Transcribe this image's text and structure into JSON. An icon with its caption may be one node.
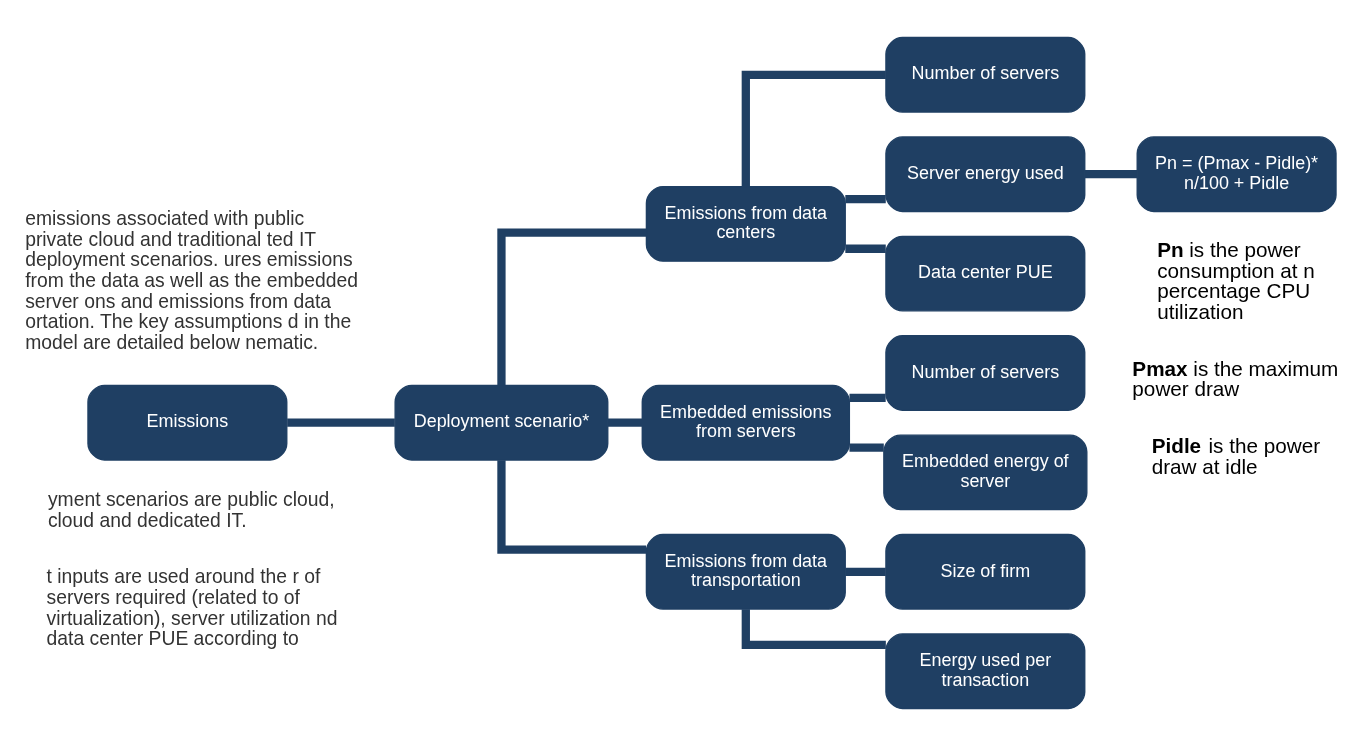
{
  "diagram": {
    "nodes": [
      {
        "text": [
          "Emissions"
        ]
      },
      {
        "text": [
          "Deployment scenario*"
        ]
      },
      {
        "text": [
          "Emissions from data centers"
        ]
      },
      {
        "text": [
          "Embedded emissions from servers"
        ]
      },
      {
        "text": [
          "Emissions from data transportation"
        ]
      },
      {
        "text": [
          "Number of servers"
        ]
      },
      {
        "text": [
          "Server energy used"
        ]
      },
      {
        "text": [
          "Data center PUE"
        ]
      },
      {
        "text": [
          "Number of servers"
        ]
      },
      {
        "text": [
          "Embedded energy of server"
        ]
      },
      {
        "text": [
          "Size of firm"
        ]
      },
      {
        "text": [
          "Energy used per transaction"
        ]
      },
      {
        "text": [
          "Pn = (Pmax - Pidle)* n/100 + Pidle"
        ]
      }
    ],
    "edges": [
      {
        "from": 0,
        "to": 1,
        "arrow": "none"
      },
      {
        "from": 1,
        "to": 2,
        "arrow": "none"
      },
      {
        "from": 1,
        "to": 3,
        "arrow": "none"
      },
      {
        "from": 1,
        "to": 4,
        "arrow": "none"
      },
      {
        "from": 2,
        "to": 5,
        "arrow": "none"
      },
      {
        "from": 2,
        "to": 6,
        "arrow": "none"
      },
      {
        "from": 2,
        "to": 7,
        "arrow": "none"
      },
      {
        "from": 3,
        "to": 8,
        "arrow": "none"
      },
      {
        "from": 3,
        "to": 9,
        "arrow": "none"
      },
      {
        "from": 4,
        "to": 10,
        "arrow": "none"
      },
      {
        "from": 4,
        "to": 11,
        "arrow": "none"
      },
      {
        "from": 6,
        "to": 12,
        "arrow": "none"
      }
    ],
    "labels": [
      "emissions associated with public private cloud and traditional ted IT deployment scenarios. ures emissions from the data as well as the embedded server ons and emissions from data ortation. The key assumptions d in the model are detailed below nematic.",
      "yment scenarios are public cloud, cloud and dedicated IT.",
      "t inputs are used around the r of servers required (related to of virtualization), server utilization nd data center PUE according to",
      "**Pn** is the power consumption at n percentage CPU utilization",
      "**Pmax** is the maximum power draw",
      "**Pidle** is the power draw at idle"
    ]
  }
}
